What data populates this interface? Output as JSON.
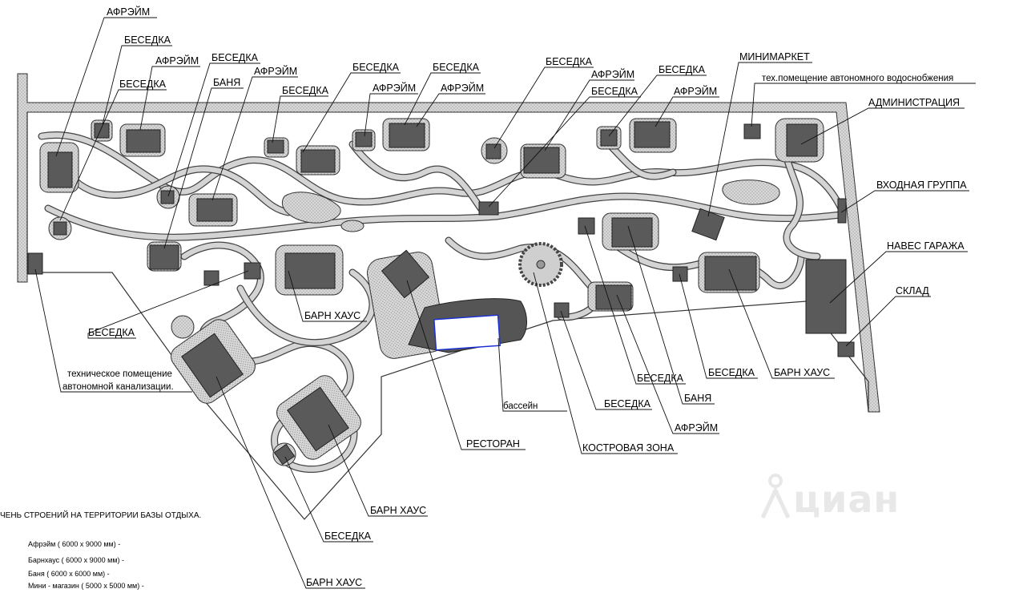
{
  "labels": {
    "aframe": "АФРЭЙМ",
    "gazebo": "БЕСЕДКА",
    "banya": "БАНЯ",
    "barnhouse": "БАРН ХАУС",
    "minimarket": "МИНИМАРКЕТ",
    "water_room": "тех.помещение автономного водоснобжения",
    "administration": "АДМИНИСТРАЦИЯ",
    "entrance": "ВХОДНАЯ ГРУППА",
    "garage_canopy": "НАВЕС ГАРАЖА",
    "warehouse": "СКЛАД",
    "sewer_room_line1": "техническое помещение",
    "sewer_room_line2": "автономной канализации.",
    "pool": "бассейн",
    "restaurant": "РЕСТОРАН",
    "fire_zone": "КОСТРОВАЯ ЗОНА"
  },
  "legend": {
    "title": "ЧЕНЬ СТРОЕНИЙ НА ТЕРРИТОРИИ БАЗЫ ОТДЫХА.",
    "items": [
      "Афрэйм ( 6000 х 9000 мм) -",
      "Барнхаус ( 6000 х 9000 мм) -",
      "Баня ( 6000 х 6000 мм) -",
      "Мини - магазин ( 5000 х 5000 мм) -"
    ]
  },
  "watermark": {
    "text": "циан",
    "icon": "cian-logo-icon"
  },
  "colors": {
    "building": "#5a5a5a",
    "pad": "#cfcfcf",
    "path_edge": "#444444",
    "pool_outline": "#1a2fd6"
  }
}
